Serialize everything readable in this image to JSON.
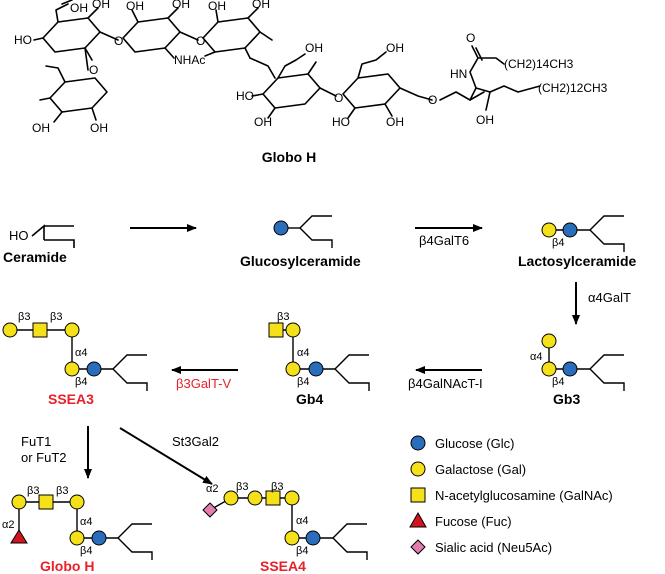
{
  "molecule": {
    "label": "Globo H",
    "groups": {
      "oh": "OH",
      "ho": "HO",
      "nhac": "NHAc",
      "o": "O",
      "hn": "HN",
      "chain_top": "(CH2)14CH3",
      "chain_bottom": "(CH2)12CH3"
    }
  },
  "pathway": {
    "ceramide": "Ceramide",
    "ceramide_ho": "HO",
    "glucosylceramide": "Glucosylceramide",
    "lactosylceramide": "Lactosylceramide",
    "gb3": "Gb3",
    "gb4": "Gb4",
    "ssea3": "SSEA3",
    "globo_h": "Globo H",
    "ssea4": "SSEA4"
  },
  "enzymes": {
    "b4galt6": "β4GalT6",
    "a4galt": "α4GalT",
    "b4galnact1": "β4GalNAcT-I",
    "b3galt5": "β3GalT-V",
    "fut_line1": "FuT1",
    "fut_line2": "or FuT2",
    "st3gal2": "St3Gal2"
  },
  "linkages": {
    "b4": "β4",
    "a4": "α4",
    "b3": "β3",
    "a2": "α2"
  },
  "legend": [
    {
      "shape": "circle",
      "color": "#2a6ebb",
      "label": "Glucose (Glc)"
    },
    {
      "shape": "circle",
      "color": "#f5e11a",
      "label": "Galactose (Gal)"
    },
    {
      "shape": "square",
      "color": "#f5e11a",
      "label": "N-acetylglucosamine (GalNAc)"
    },
    {
      "shape": "triangle",
      "color": "#d2141e",
      "label": "Fucose (Fuc)"
    },
    {
      "shape": "diamond",
      "color": "#e27db0",
      "label": "Sialic acid (Neu5Ac)"
    }
  ],
  "colors": {
    "glucose": "#2a6ebb",
    "galactose": "#f5e11a",
    "galnac": "#f5e11a",
    "fucose": "#d2141e",
    "sialic": "#e27db0",
    "highlight_red": "#e8202a"
  }
}
